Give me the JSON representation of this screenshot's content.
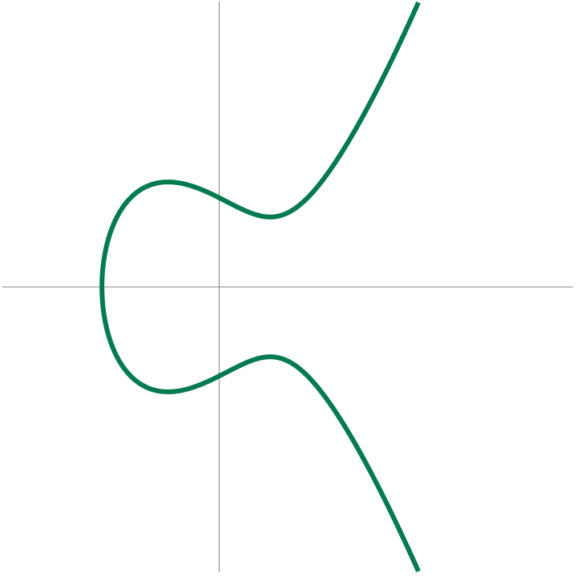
{
  "diagram": {
    "type": "elliptic-curve",
    "equation": {
      "a": -1,
      "b": 1
    },
    "x_range": [
      -1.3247,
      2.35
    ],
    "y_range": [
      -3.2,
      3.2
    ],
    "x_view": [
      -2.45,
      4.0
    ],
    "y_view": [
      -3.2,
      3.2
    ],
    "colors": {
      "background": "#ffffff",
      "axis": "#808080",
      "curve": "#047a4f"
    }
  }
}
